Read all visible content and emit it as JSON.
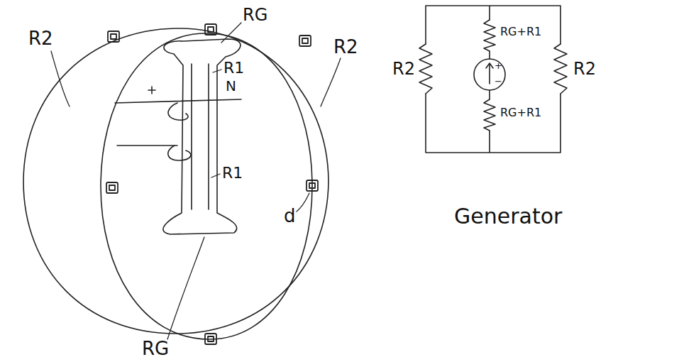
{
  "diagram": {
    "labels": [
      "R2",
      "RG",
      "R1",
      "N",
      "R2",
      "R1",
      "d",
      "RG",
      "R2",
      "RG+R1",
      "+",
      "−",
      "RG+R1",
      "R2",
      "Generator"
    ]
  }
}
